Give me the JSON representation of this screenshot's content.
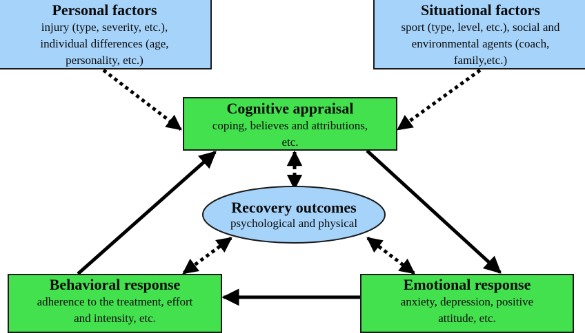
{
  "diagram": {
    "colors": {
      "factor_fill": "#a6d3fa",
      "process_fill": "#44e14f",
      "outcome_fill": "#a6d3fa",
      "arrow": "#000000",
      "border": "#1a1a1a"
    },
    "nodes": {
      "personal": {
        "title": "Personal factors",
        "description": "injury (type, severity, etc.),\nindividual differences (age,\npersonality, etc.)"
      },
      "situational": {
        "title": "Situational factors",
        "description": "sport (type, level, etc.), social and\nenvironmental agents (coach,\nfamily,etc.)"
      },
      "cognitive": {
        "title": "Cognitive appraisal",
        "description": "coping, believes and attributions,\netc."
      },
      "recovery": {
        "title": "Recovery outcomes",
        "description": "psychological and physical"
      },
      "behavioral": {
        "title": "Behavioral response",
        "description": "adherence to the treatment, effort\nand intensity, etc."
      },
      "emotional": {
        "title": "Emotional response",
        "description": "anxiety, depression, positive\nattitude, etc."
      }
    },
    "edges": [
      {
        "from": "personal",
        "to": "cognitive",
        "style": "dotted",
        "direction": "forward"
      },
      {
        "from": "situational",
        "to": "cognitive",
        "style": "dotted",
        "direction": "forward"
      },
      {
        "from": "cognitive",
        "to": "recovery",
        "style": "dotted",
        "direction": "both"
      },
      {
        "from": "cognitive",
        "to": "emotional",
        "style": "solid",
        "direction": "forward"
      },
      {
        "from": "emotional",
        "to": "behavioral",
        "style": "solid",
        "direction": "forward"
      },
      {
        "from": "behavioral",
        "to": "cognitive",
        "style": "solid",
        "direction": "forward"
      },
      {
        "from": "recovery",
        "to": "behavioral",
        "style": "dotted",
        "direction": "both"
      },
      {
        "from": "recovery",
        "to": "emotional",
        "style": "dotted",
        "direction": "both"
      }
    ]
  }
}
